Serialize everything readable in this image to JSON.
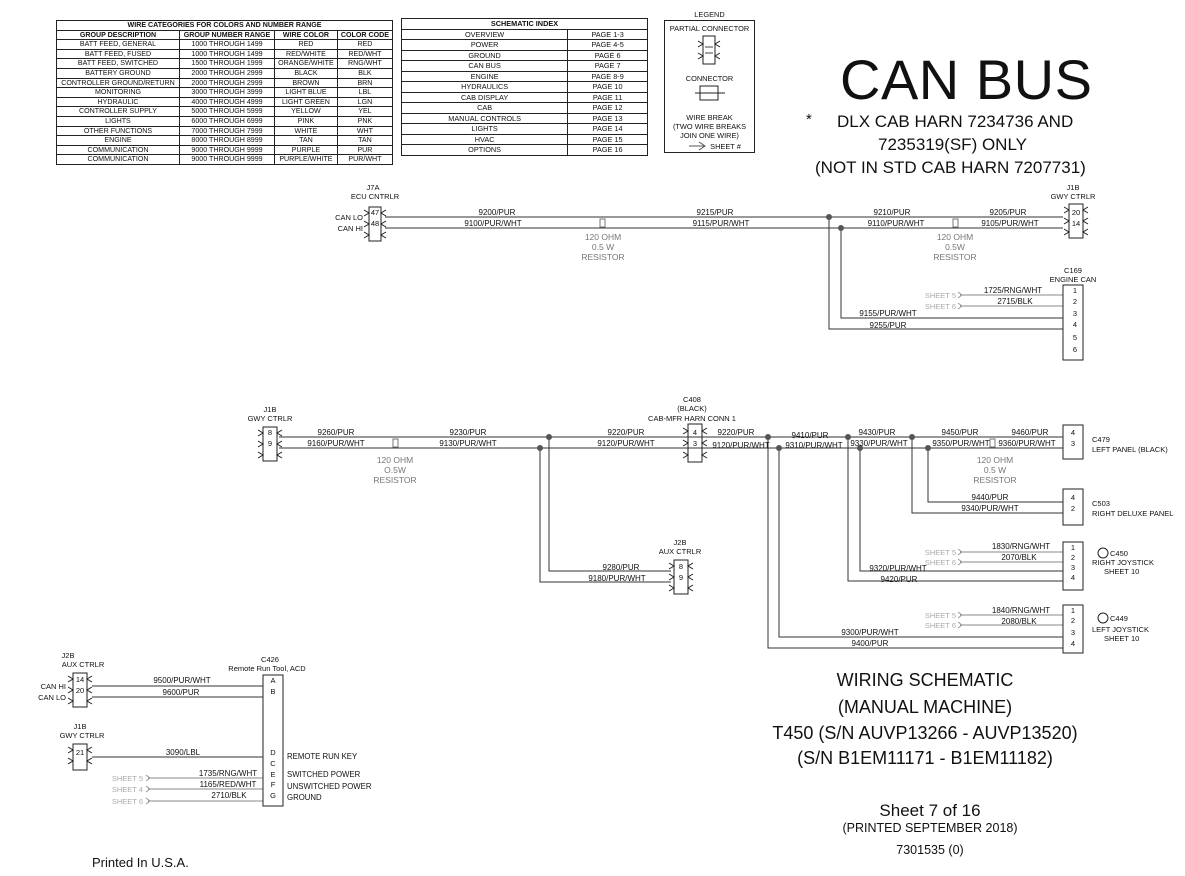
{
  "wire_categories": {
    "title": "WIRE CATEGORIES FOR COLORS AND NUMBER RANGE",
    "headers": [
      "GROUP DESCRIPTION",
      "GROUP NUMBER RANGE",
      "WIRE COLOR",
      "COLOR CODE"
    ],
    "rows": [
      [
        "BATT FEED, GENERAL",
        "1000 THROUGH 1499",
        "RED",
        "RED"
      ],
      [
        "BATT FEED, FUSED",
        "1000 THROUGH 1499",
        "RED/WHITE",
        "RED/WHT"
      ],
      [
        "BATT FEED, SWITCHED",
        "1500 THROUGH 1999",
        "ORANGE/WHITE",
        "RNG/WHT"
      ],
      [
        "BATTERY GROUND",
        "2000 THROUGH 2999",
        "BLACK",
        "BLK"
      ],
      [
        "CONTROLLER GROUND/RETURN",
        "2000 THROUGH 2999",
        "BROWN",
        "BRN"
      ],
      [
        "MONITORING",
        "3000 THROUGH 3999",
        "LIGHT BLUE",
        "LBL"
      ],
      [
        "HYDRAULIC",
        "4000 THROUGH 4999",
        "LIGHT GREEN",
        "LGN"
      ],
      [
        "CONTROLLER SUPPLY",
        "5000 THROUGH 5999",
        "YELLOW",
        "YEL"
      ],
      [
        "LIGHTS",
        "6000 THROUGH 6999",
        "PINK",
        "PNK"
      ],
      [
        "OTHER FUNCTIONS",
        "7000 THROUGH 7999",
        "WHITE",
        "WHT"
      ],
      [
        "ENGINE",
        "8000 THROUGH 8999",
        "TAN",
        "TAN"
      ],
      [
        "COMMUNICATION",
        "9000 THROUGH 9999",
        "PURPLE",
        "PUR"
      ],
      [
        "COMMUNICATION",
        "9000 THROUGH 9999",
        "PURPLE/WHITE",
        "PUR/WHT"
      ]
    ]
  },
  "schematic_index": {
    "title": "SCHEMATIC INDEX",
    "rows": [
      [
        "OVERVIEW",
        "PAGE 1-3"
      ],
      [
        "POWER",
        "PAGE 4-5"
      ],
      [
        "GROUND",
        "PAGE 6"
      ],
      [
        "CAN BUS",
        "PAGE 7"
      ],
      [
        "ENGINE",
        "PAGE 8-9"
      ],
      [
        "HYDRAULICS",
        "PAGE 10"
      ],
      [
        "CAB DISPLAY",
        "PAGE 11"
      ],
      [
        "CAB",
        "PAGE 12"
      ],
      [
        "MANUAL CONTROLS",
        "PAGE 13"
      ],
      [
        "LIGHTS",
        "PAGE 14"
      ],
      [
        "HVAC",
        "PAGE 15"
      ],
      [
        "OPTIONS",
        "PAGE 16"
      ]
    ]
  },
  "legend": {
    "title": "LEGEND",
    "partial_connector": "PARTIAL CONNECTOR",
    "connector": "CONNECTOR",
    "wire_break_lines": [
      "WIRE BREAK",
      "(TWO WIRE BREAKS",
      "JOIN ONE WIRE)"
    ],
    "sheet_label": "SHEET #"
  },
  "header": {
    "title": "CAN BUS",
    "star": "*",
    "note_lines": [
      "DLX CAB HARN 7234736 AND",
      "7235319(SF) ONLY",
      "(NOT IN STD CAB HARN 7207731)"
    ]
  },
  "title_block": {
    "lines": [
      "WIRING SCHEMATIC",
      "(MANUAL MACHINE)",
      "T450 (S/N AUVP13266 - AUVP13520)",
      "(S/N B1EM11171 - B1EM11182)"
    ],
    "sheet": "Sheet 7 of 16",
    "printed": "(PRINTED SEPTEMBER 2018)",
    "part_number": "7301535 (0)",
    "origin": "Printed In U.S.A."
  },
  "diagram": {
    "connectors": {
      "j7a": {
        "lines": [
          "J7A",
          "ECU CNTRLR"
        ],
        "pins": [
          "47",
          "48"
        ],
        "signals": [
          "CAN LO",
          "CAN HI"
        ]
      },
      "j1b_top": {
        "lines": [
          "J1B",
          "GWY CTRLR"
        ],
        "pins": [
          "20",
          "14"
        ]
      },
      "c169": {
        "lines": [
          "C169",
          "ENGINE CAN"
        ],
        "pins": [
          "1",
          "2",
          "3",
          "4",
          "5",
          "6"
        ]
      },
      "j1b_mid": {
        "lines": [
          "J1B",
          "GWY CTRLR"
        ],
        "pins": [
          "8",
          "9"
        ]
      },
      "c408": {
        "lines": [
          "C408",
          "(BLACK)",
          "CAB-MFR HARN CONN 1"
        ],
        "pins": [
          "4",
          "3"
        ]
      },
      "j2b_mid": {
        "lines": [
          "J2B",
          "AUX CTRLR"
        ],
        "pins": [
          "8",
          "9"
        ]
      },
      "c479": {
        "label": "C479",
        "desc": "LEFT PANEL (BLACK)",
        "pins": [
          "4",
          "3"
        ]
      },
      "c503": {
        "label": "C503",
        "desc": "RIGHT DELUXE PANEL",
        "pins": [
          "4",
          "2"
        ]
      },
      "c450": {
        "lines": [
          "C450",
          "RIGHT JOYSTICK",
          "SHEET 10"
        ],
        "pins": [
          "1",
          "2",
          "3",
          "4"
        ]
      },
      "c449": {
        "lines": [
          "C449",
          "LEFT JOYSTICK",
          "SHEET 10"
        ],
        "pins": [
          "1",
          "2",
          "3",
          "4"
        ]
      },
      "j2b_low": {
        "lines": [
          "J2B",
          "AUX CTRLR"
        ],
        "pins": [
          "14",
          "20"
        ],
        "signals": [
          "CAN HI",
          "CAN LO"
        ]
      },
      "j1b_low": {
        "lines": [
          "J1B",
          "GWY CTRLR"
        ],
        "pins": [
          "21"
        ]
      },
      "c426": {
        "lines": [
          "C426",
          "Remote Run Tool, ACD"
        ],
        "pins": [
          "A",
          "B",
          "D",
          "C",
          "E",
          "F",
          "G"
        ]
      }
    },
    "resistor": {
      "lines": [
        "120 OHM",
        "0.5 W",
        "RESISTOR"
      ]
    },
    "resistor_alt": {
      "lines": [
        "120 OHM",
        "0.5W",
        "RESISTOR"
      ]
    },
    "resistor_alt2": {
      "lines": [
        "120 OHM",
        "O.5W",
        "RESISTOR"
      ]
    },
    "wires": {
      "w9200": "9200/PUR",
      "w9100": "9100/PUR/WHT",
      "w9215": "9215/PUR",
      "w9115": "9115/PUR/WHT",
      "w9210": "9210/PUR",
      "w9110": "9110/PUR/WHT",
      "w9205": "9205/PUR",
      "w9105": "9105/PUR/WHT",
      "w1725": "1725/RNG/WHT",
      "w2715": "2715/BLK",
      "w9155": "9155/PUR/WHT",
      "w9255": "9255/PUR",
      "w9260": "9260/PUR",
      "w9160": "9160/PUR/WHT",
      "w9230": "9230/PUR",
      "w9130": "9130/PUR/WHT",
      "w9220a": "9220/PUR",
      "w9120a": "9120/PUR/WHT",
      "w9220b": "9220/PUR",
      "w9120b": "9120/PUR/WHT",
      "w9410": "9410/PUR",
      "w9310": "9310/PUR/WHT",
      "w9430": "9430/PUR",
      "w9330": "9330/PUR/WHT",
      "w9450": "9450/PUR",
      "w9350": "9350/PUR/WHT",
      "w9460": "9460/PUR",
      "w9360": "9360/PUR/WHT",
      "w9440": "9440/PUR",
      "w9340": "9340/PUR/WHT",
      "w1830": "1830/RNG/WHT",
      "w2070": "2070/BLK",
      "w9320": "9320/PUR/WHT",
      "w9420": "9420/PUR",
      "w1840": "1840/RNG/WHT",
      "w2080": "2080/BLK",
      "w9300": "9300/PUR/WHT",
      "w9400": "9400/PUR",
      "w9280": "9280/PUR",
      "w9180": "9180/PUR/WHT",
      "w9500": "9500/PUR/WHT",
      "w9600": "9600/PUR",
      "w3090": "3090/LBL",
      "w1735": "1735/RNG/WHT",
      "w1165": "1165/RED/WHT",
      "w2710": "2710/BLK"
    },
    "sheet_refs": {
      "s5": "SHEET 5",
      "s6": "SHEET 6",
      "s4": "SHEET 4"
    },
    "c426_functions": [
      "REMOTE RUN KEY",
      "SWITCHED POWER",
      "UNSWITCHED POWER",
      "GROUND"
    ]
  }
}
